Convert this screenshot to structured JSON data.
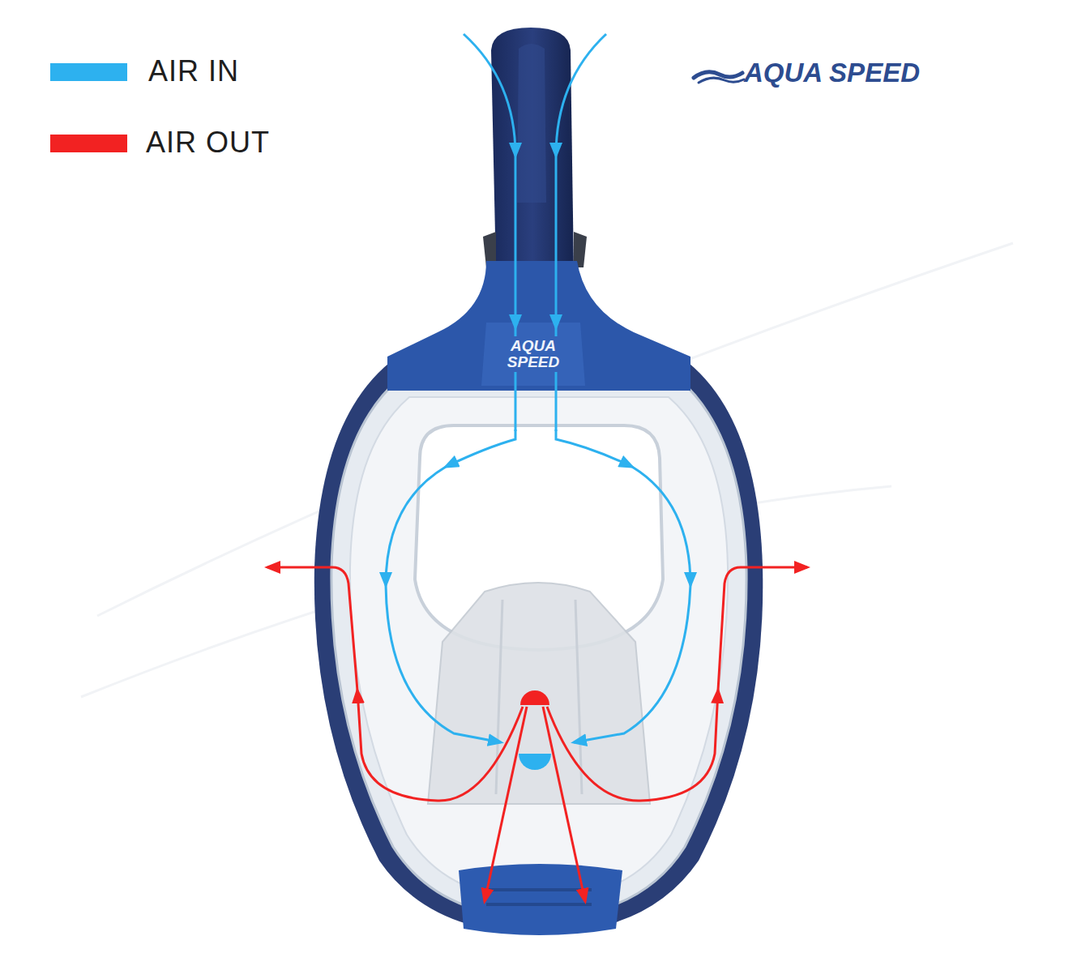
{
  "diagram": {
    "labels": [
      "AQUA SPEED",
      "AQUA SPEED"
    ],
    "legend": [
      {
        "text": "AIR IN",
        "color": "#2db1ef"
      },
      {
        "text": "AIR OUT",
        "color": "#f22222"
      }
    ]
  }
}
